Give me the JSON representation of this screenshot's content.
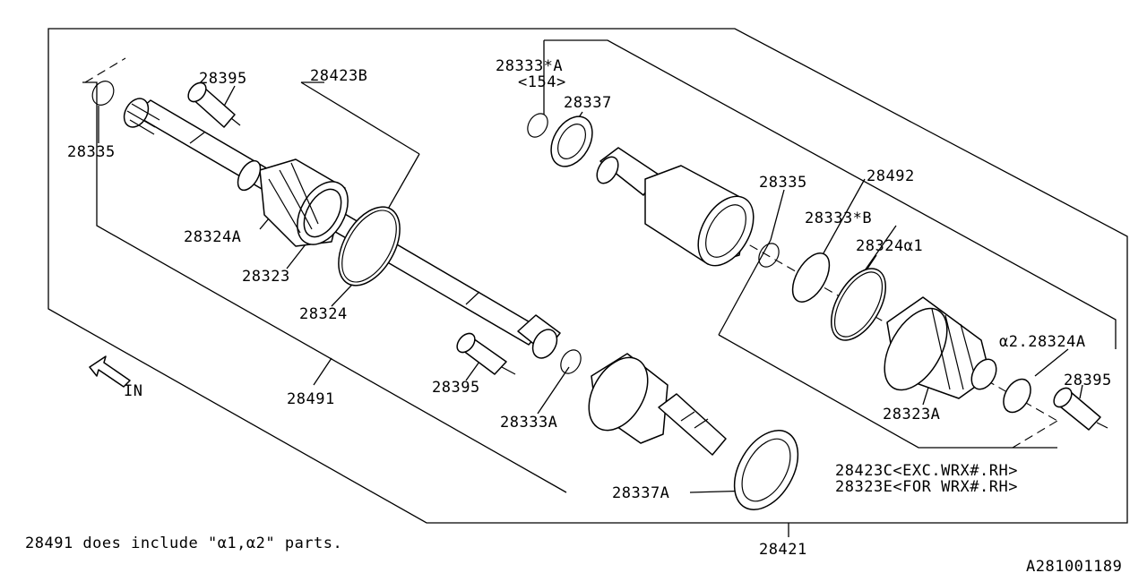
{
  "labels": {
    "p28395_a": "28395",
    "p28423B": "28423B",
    "p28335_a": "28335",
    "p28324A_a": "28324A",
    "p28323": "28323",
    "p28324": "28324",
    "p28491": "28491",
    "p28395_b": "28395",
    "p28333A": "28333A",
    "p28337A": "28337A",
    "p28333starA": "28333*A",
    "p154": "<154>",
    "p28337": "28337",
    "p28335_b": "28335",
    "p28492": "28492",
    "p28333starB": "28333*B",
    "p28324a1": "28324α1",
    "p28324A_a2": "α2.28324A",
    "p28395_c": "28395",
    "p28323A": "28323A",
    "p28423C": "28423C<EXC.WRX#.RH>",
    "p28323E": "28323E<FOR WRX#.RH>",
    "p28421": "28421",
    "direction": "IN"
  },
  "note": "28491 does include \"α1,α2\" parts.",
  "diagram_id": "A281001189"
}
